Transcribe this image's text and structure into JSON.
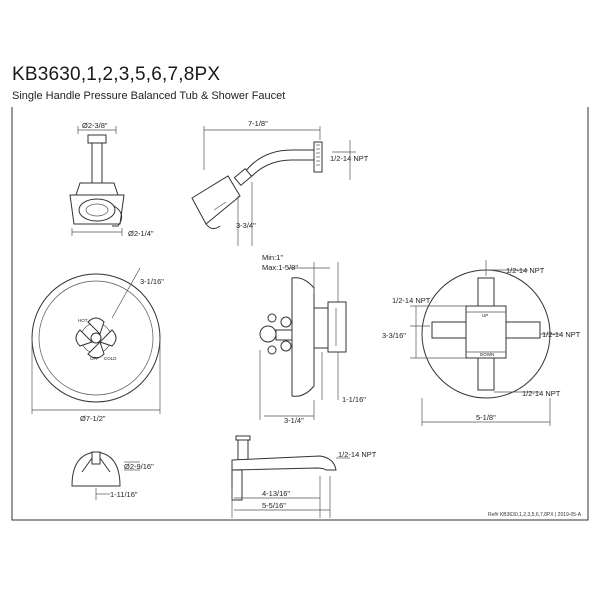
{
  "header": {
    "title": "KB3630,1,2,3,5,6,7,8PX",
    "subtitle": "Single Handle Pressure Balanced Tub & Shower Faucet"
  },
  "dimensions": {
    "arm_flange_dia": "Ø2-3/8\"",
    "head_dia": "Ø2-1/4\"",
    "arm_length": "7-1/8\"",
    "arm_npt": "1/2-14 NPT",
    "arm_drop": "3-3/4\"",
    "handle_reach": "3-1/16\"",
    "plate_dia": "Ø7-1/2\"",
    "wall_thickness": "Min:1\"\nMax:1-5/8\"",
    "body_depth": "3-1/4\"",
    "stem_depth": "1-1/16\"",
    "top_npt": "1/2-14 NPT",
    "left_npt": "1/2-14 NPT",
    "right_npt": "1/2-14 NPT",
    "bottom_npt": "1/2-14 NPT",
    "valve_height": "3-3/16\"",
    "valve_width": "5-1/8\"",
    "diverter_dia": "Ø2-9/16\"",
    "diverter_depth": "1-11/16\"",
    "spout_npt": "1/2-14 NPT",
    "spout_reach_inner": "4-13/16\"",
    "spout_reach_outer": "5-5/16\""
  },
  "plate_marks": {
    "off": "OFF",
    "cold": "COLD",
    "hot": "HOT",
    "up": "UP",
    "down": "DOWN"
  },
  "footer": {
    "reference": "Ref# KB3630,1,2,3,5,6,7,8PX | 2019-05-A"
  }
}
